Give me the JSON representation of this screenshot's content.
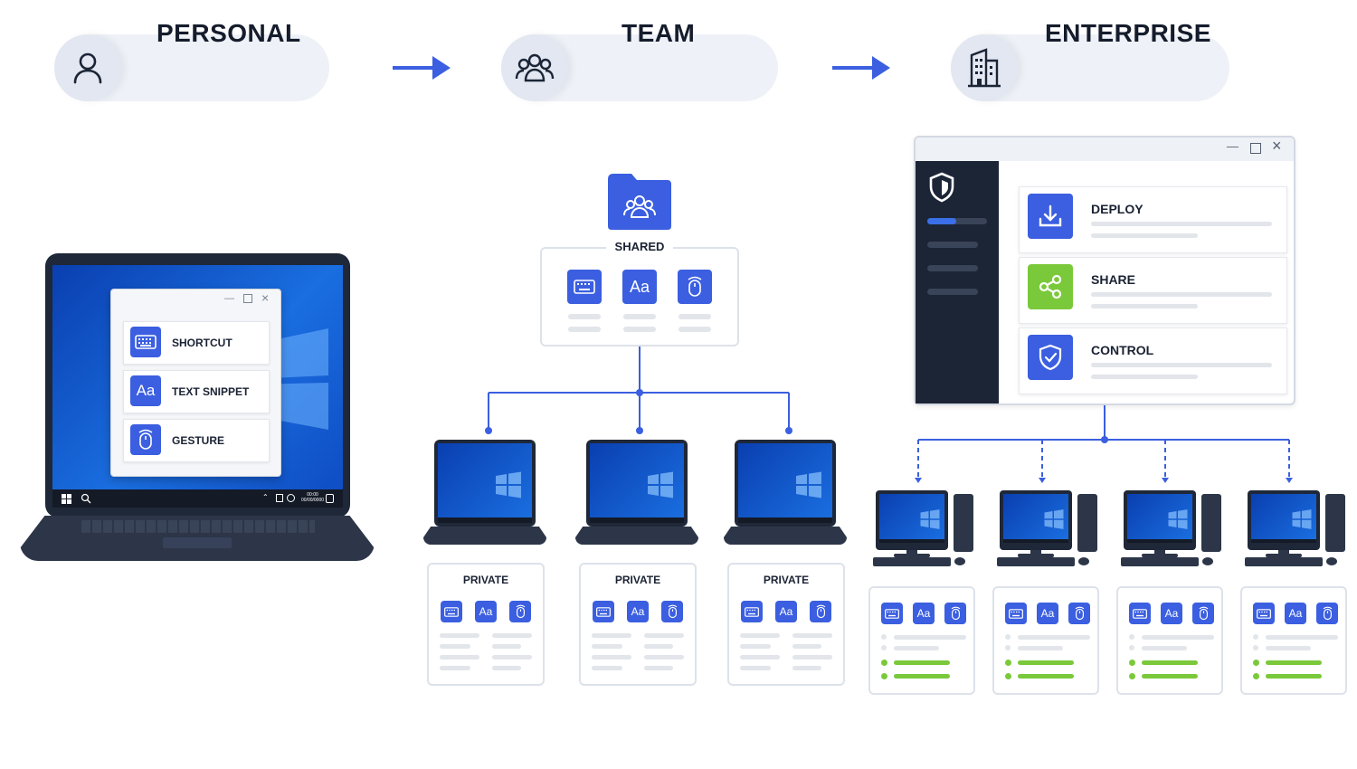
{
  "tiers": {
    "personal": {
      "label": "PERSONAL",
      "icon": "user-icon"
    },
    "team": {
      "label": "TEAM",
      "icon": "users-icon"
    },
    "enterprise": {
      "label": "ENTERPRISE",
      "icon": "building-icon"
    }
  },
  "personal_window": {
    "items": [
      {
        "label": "SHORTCUT",
        "icon": "keyboard-icon"
      },
      {
        "label": "TEXT SNIPPET",
        "icon": "text-aa-icon"
      },
      {
        "label": "GESTURE",
        "icon": "mouse-gesture-icon"
      }
    ],
    "taskbar_time": "00:00",
    "taskbar_date": "00/00/0000"
  },
  "team": {
    "shared_label": "SHARED",
    "text_icon_glyph": "Aa",
    "private_label": "PRIVATE"
  },
  "enterprise_window": {
    "items": [
      {
        "label": "DEPLOY",
        "icon": "download-icon",
        "color": "#3b5fe0"
      },
      {
        "label": "SHARE",
        "icon": "share-icon",
        "color": "#7ac93a"
      },
      {
        "label": "CONTROL",
        "icon": "shield-check-icon",
        "color": "#3b5fe0"
      }
    ]
  },
  "colors": {
    "accent": "#3b5fe0",
    "green": "#7ac93a",
    "dark": "#1b2536"
  }
}
